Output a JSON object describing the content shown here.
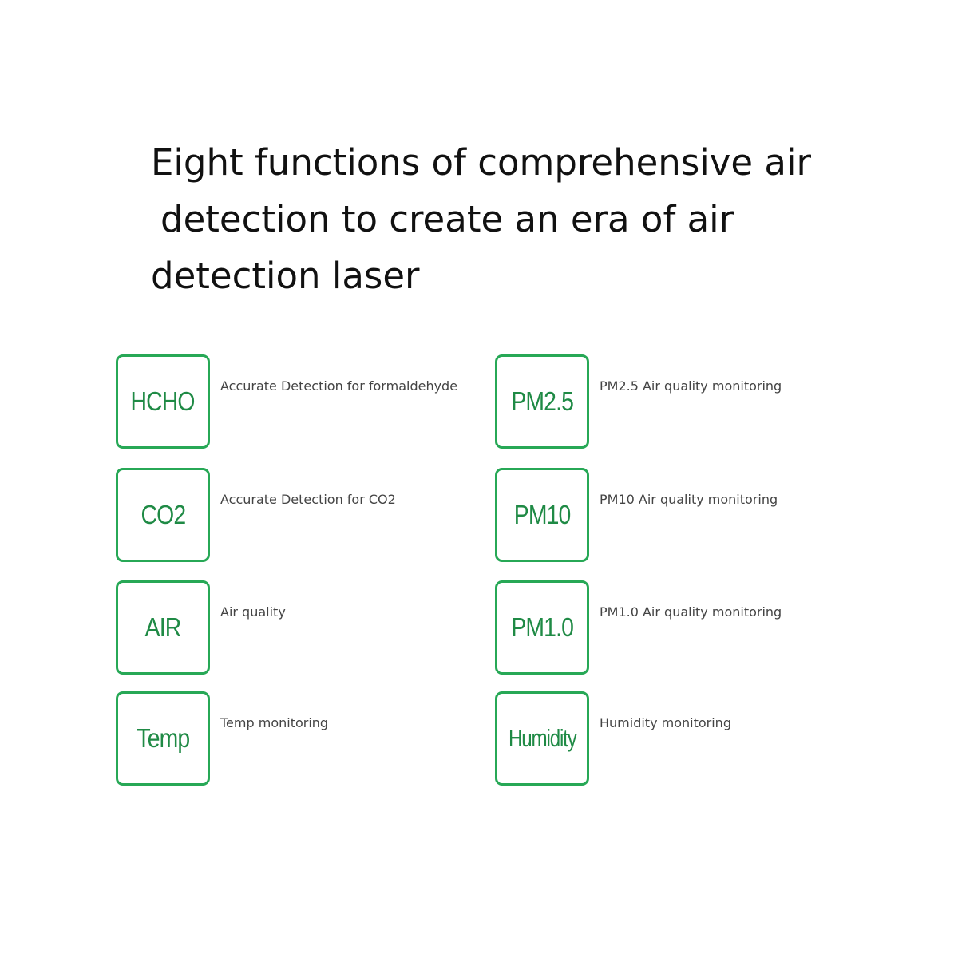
{
  "headline": {
    "line1": "Eight functions of comprehensive air",
    "line2": "detection to create an era of air",
    "line3": "detection laser"
  },
  "accent_color": "#27a856",
  "features": [
    {
      "badge": "HCHO",
      "description": "Accurate Detection for formaldehyde"
    },
    {
      "badge": "CO2",
      "description": "Accurate Detection for CO2"
    },
    {
      "badge": "AIR",
      "description": "Air quality"
    },
    {
      "badge": "Temp",
      "description": "Temp monitoring"
    },
    {
      "badge": "PM2.5",
      "description": "PM2.5 Air quality monitoring"
    },
    {
      "badge": "PM10",
      "description": "PM10 Air quality monitoring"
    },
    {
      "badge": "PM1.0",
      "description": "PM1.0 Air quality monitoring"
    },
    {
      "badge": "Humidity",
      "description": "Humidity monitoring"
    }
  ]
}
